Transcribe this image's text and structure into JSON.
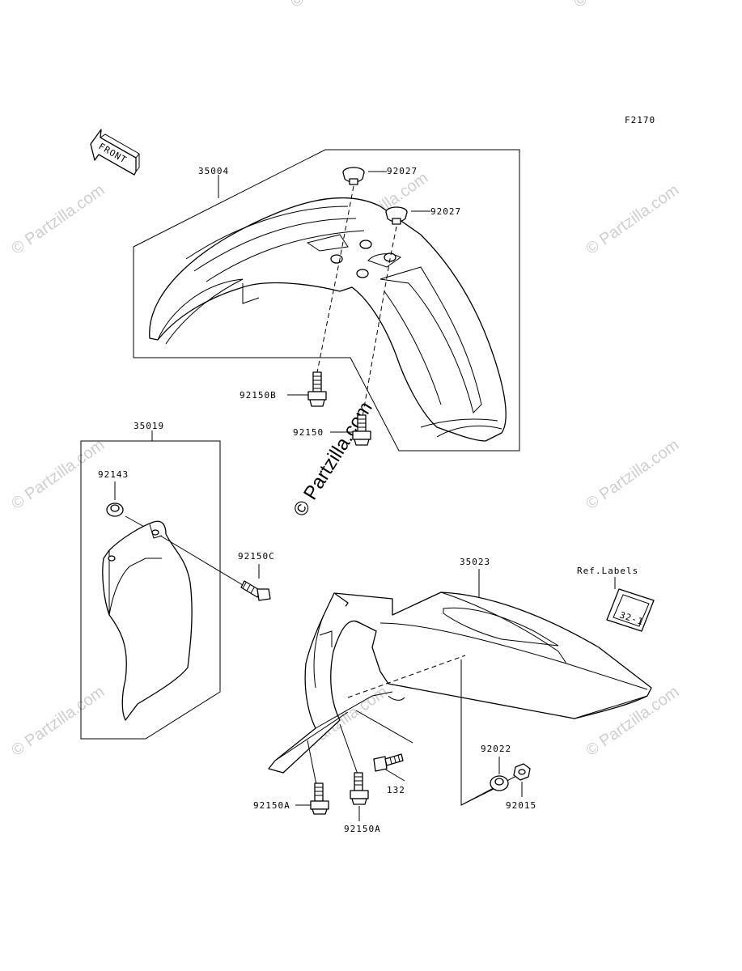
{
  "diagram": {
    "figure_code": "F2170",
    "front_arrow": "FRONT",
    "ref_labels_title": "Ref.Labels",
    "ref_label_text": "32-1",
    "watermark": "© Partzilla.com",
    "parts": {
      "p35004": "35004",
      "p92027a": "92027",
      "p92027b": "92027",
      "p92150B": "92150B",
      "p92150": "92150",
      "p35019": "35019",
      "p92143": "92143",
      "p92150C": "92150C",
      "p35023": "35023",
      "p92022": "92022",
      "p92015": "92015",
      "p132": "132",
      "p92150A_1": "92150A",
      "p92150A_2": "92150A"
    }
  }
}
